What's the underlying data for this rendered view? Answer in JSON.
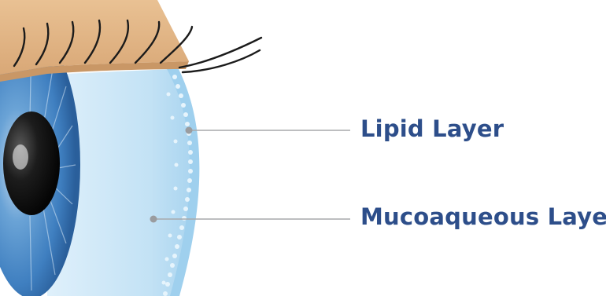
{
  "labels": {
    "lipid": "Lipid Layer",
    "mucoaqueous": "Mucoaqueous Layer"
  },
  "colors": {
    "label_text": "#2d4e8a",
    "leader_line": "#a7a9ac",
    "leader_dot": "#9a9c9f",
    "eyelid": "#e3b88a",
    "tear_film_light": "#c5e4f6",
    "tear_film_edge": "#8cc5e8",
    "iris": "#3f7fc0",
    "pupil": "#141414",
    "lashes": "#1b1b1b"
  },
  "icons": {
    "eye": "eye-cross-section-illustration"
  }
}
